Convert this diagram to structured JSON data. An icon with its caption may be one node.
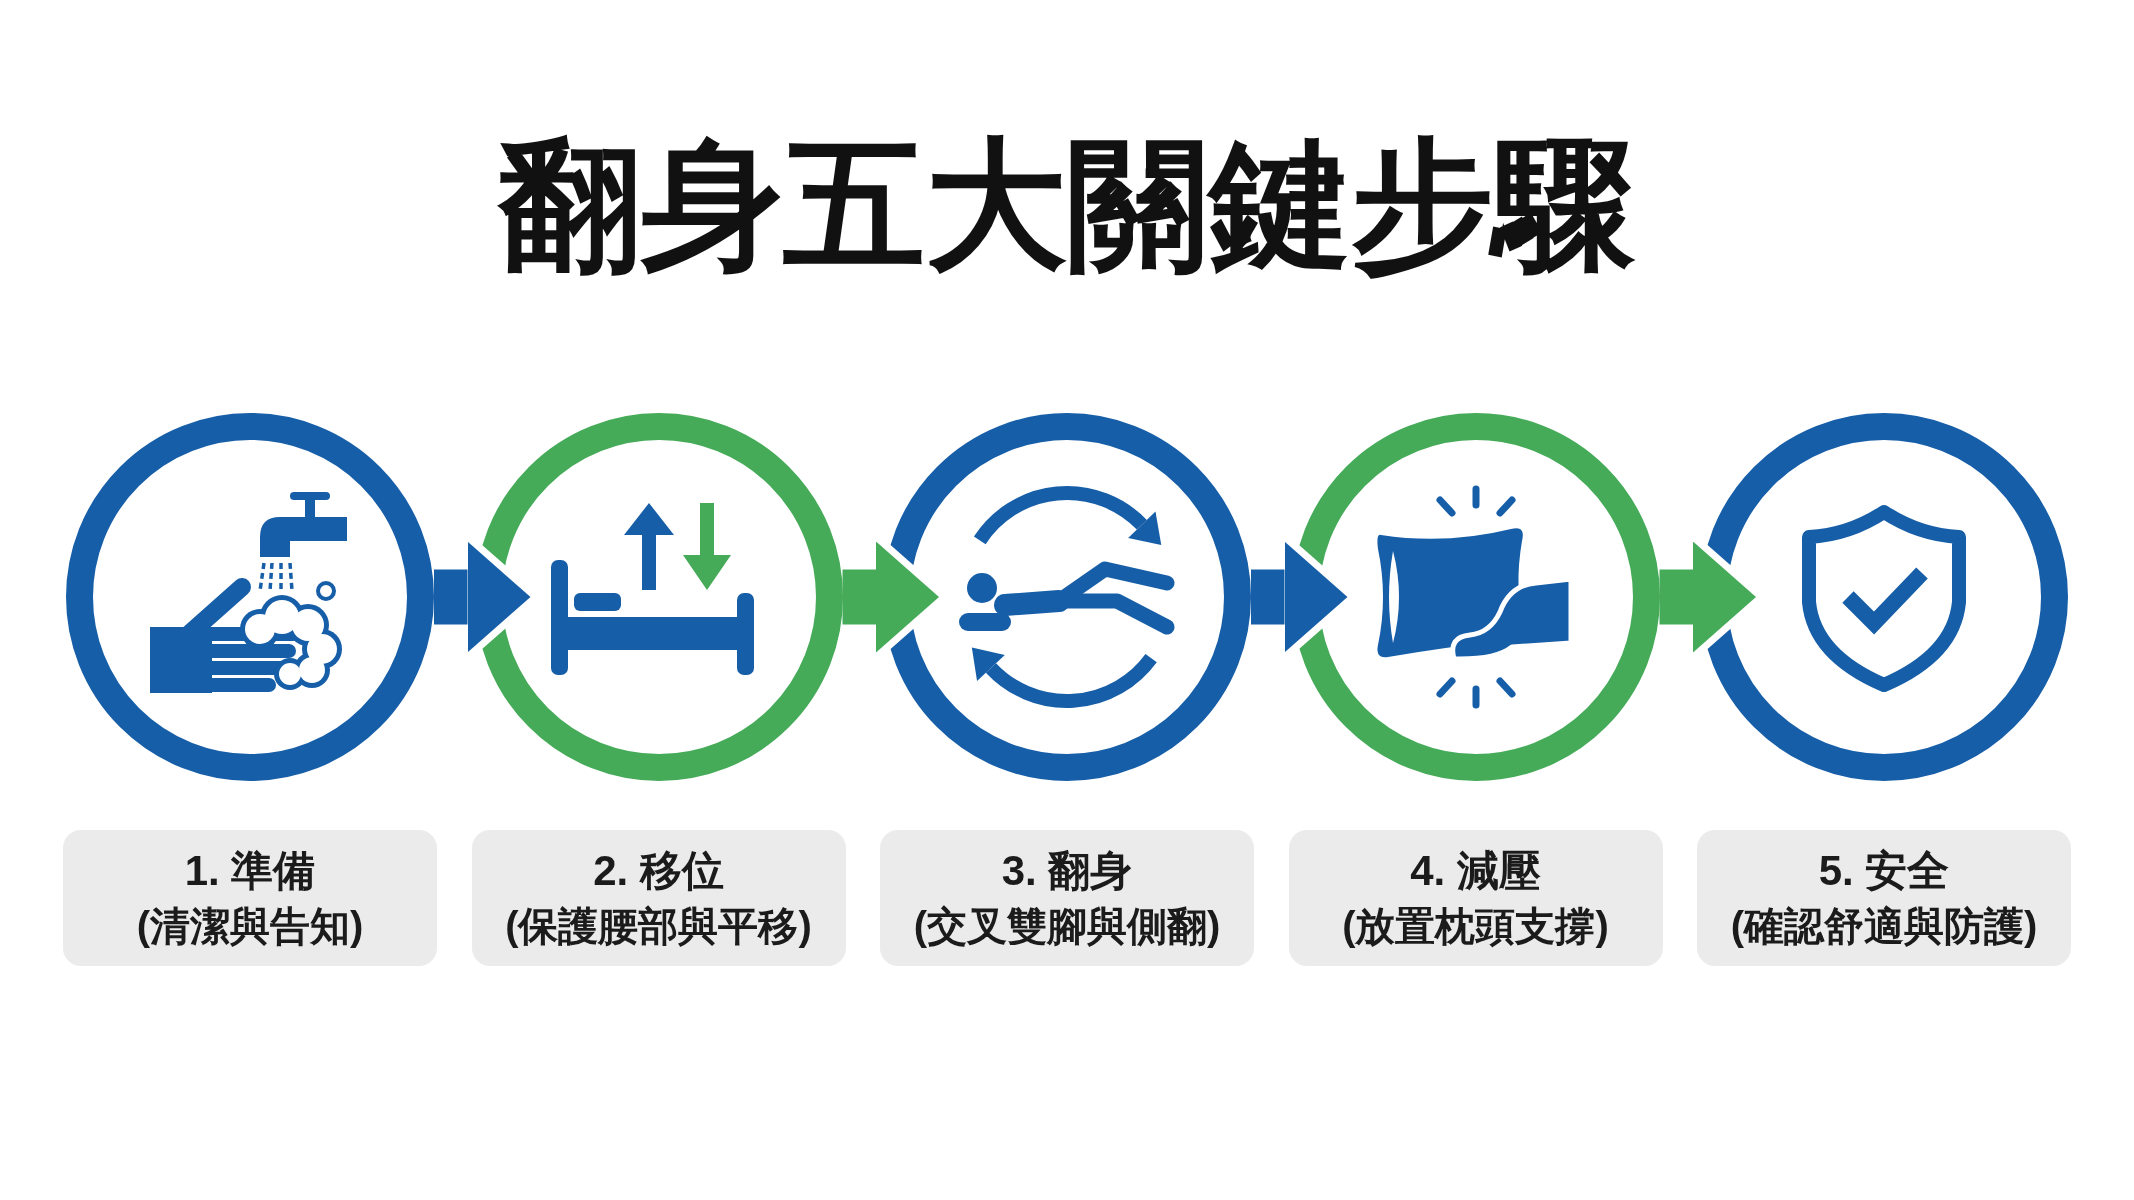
{
  "diagram": {
    "title": "翻身五大關鍵步驟",
    "nodes": [
      {
        "text": [],
        "shape": "circle"
      },
      {
        "text": [],
        "shape": "circle"
      },
      {
        "text": [],
        "shape": "circle"
      },
      {
        "text": [],
        "shape": "circle"
      },
      {
        "text": [],
        "shape": "circle"
      },
      {
        "text": [
          "1. 準備",
          "(清潔與告知)"
        ]
      },
      {
        "text": [
          "2. 移位",
          "(保護腰部與平移)"
        ]
      },
      {
        "text": [
          "3. 翻身",
          "(交叉雙腳與側翻)"
        ]
      },
      {
        "text": [
          "4. 減壓",
          "(放置枕頭支撐)"
        ]
      },
      {
        "text": [
          "5. 安全",
          "(確認舒適與防護)"
        ]
      }
    ],
    "edges": [
      {
        "from": 0,
        "to": 1,
        "arrow": "to",
        "color": "#175ea8"
      },
      {
        "from": 1,
        "to": 2,
        "arrow": "to",
        "color": "#45ab58"
      },
      {
        "from": 2,
        "to": 3,
        "arrow": "to",
        "color": "#175ea8"
      },
      {
        "from": 3,
        "to": 4,
        "arrow": "to",
        "color": "#45ab58"
      }
    ]
  }
}
